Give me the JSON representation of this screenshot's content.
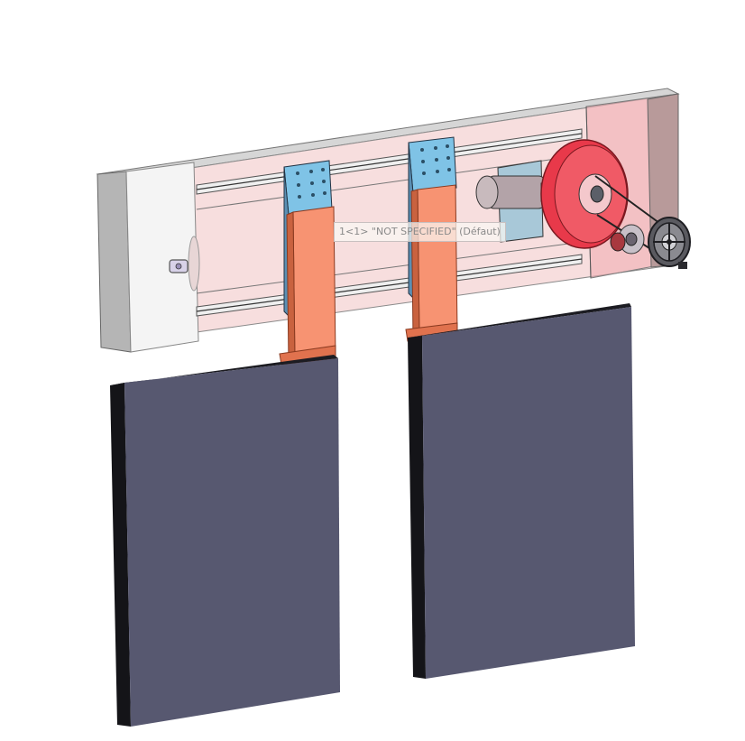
{
  "tooltip": {
    "text": "1<1> \"NOT SPECIFIED\" (Défaut)"
  },
  "colors": {
    "frame_grey": "#a8a8a8",
    "frame_light": "#e6e6e6",
    "panel_pink": "#f5dada",
    "plate_blue": "#7fc3e6",
    "arm_salmon": "#f79372",
    "door_face": "#575870",
    "door_side": "#141418",
    "pulley_red": "#e8394a",
    "motor_grey": "#b3a3a8",
    "handwheel_dark": "#3d3d42"
  },
  "icons": [
    "door-panel",
    "pulley",
    "motor",
    "handwheel",
    "guide-rail",
    "bracket-plate"
  ]
}
